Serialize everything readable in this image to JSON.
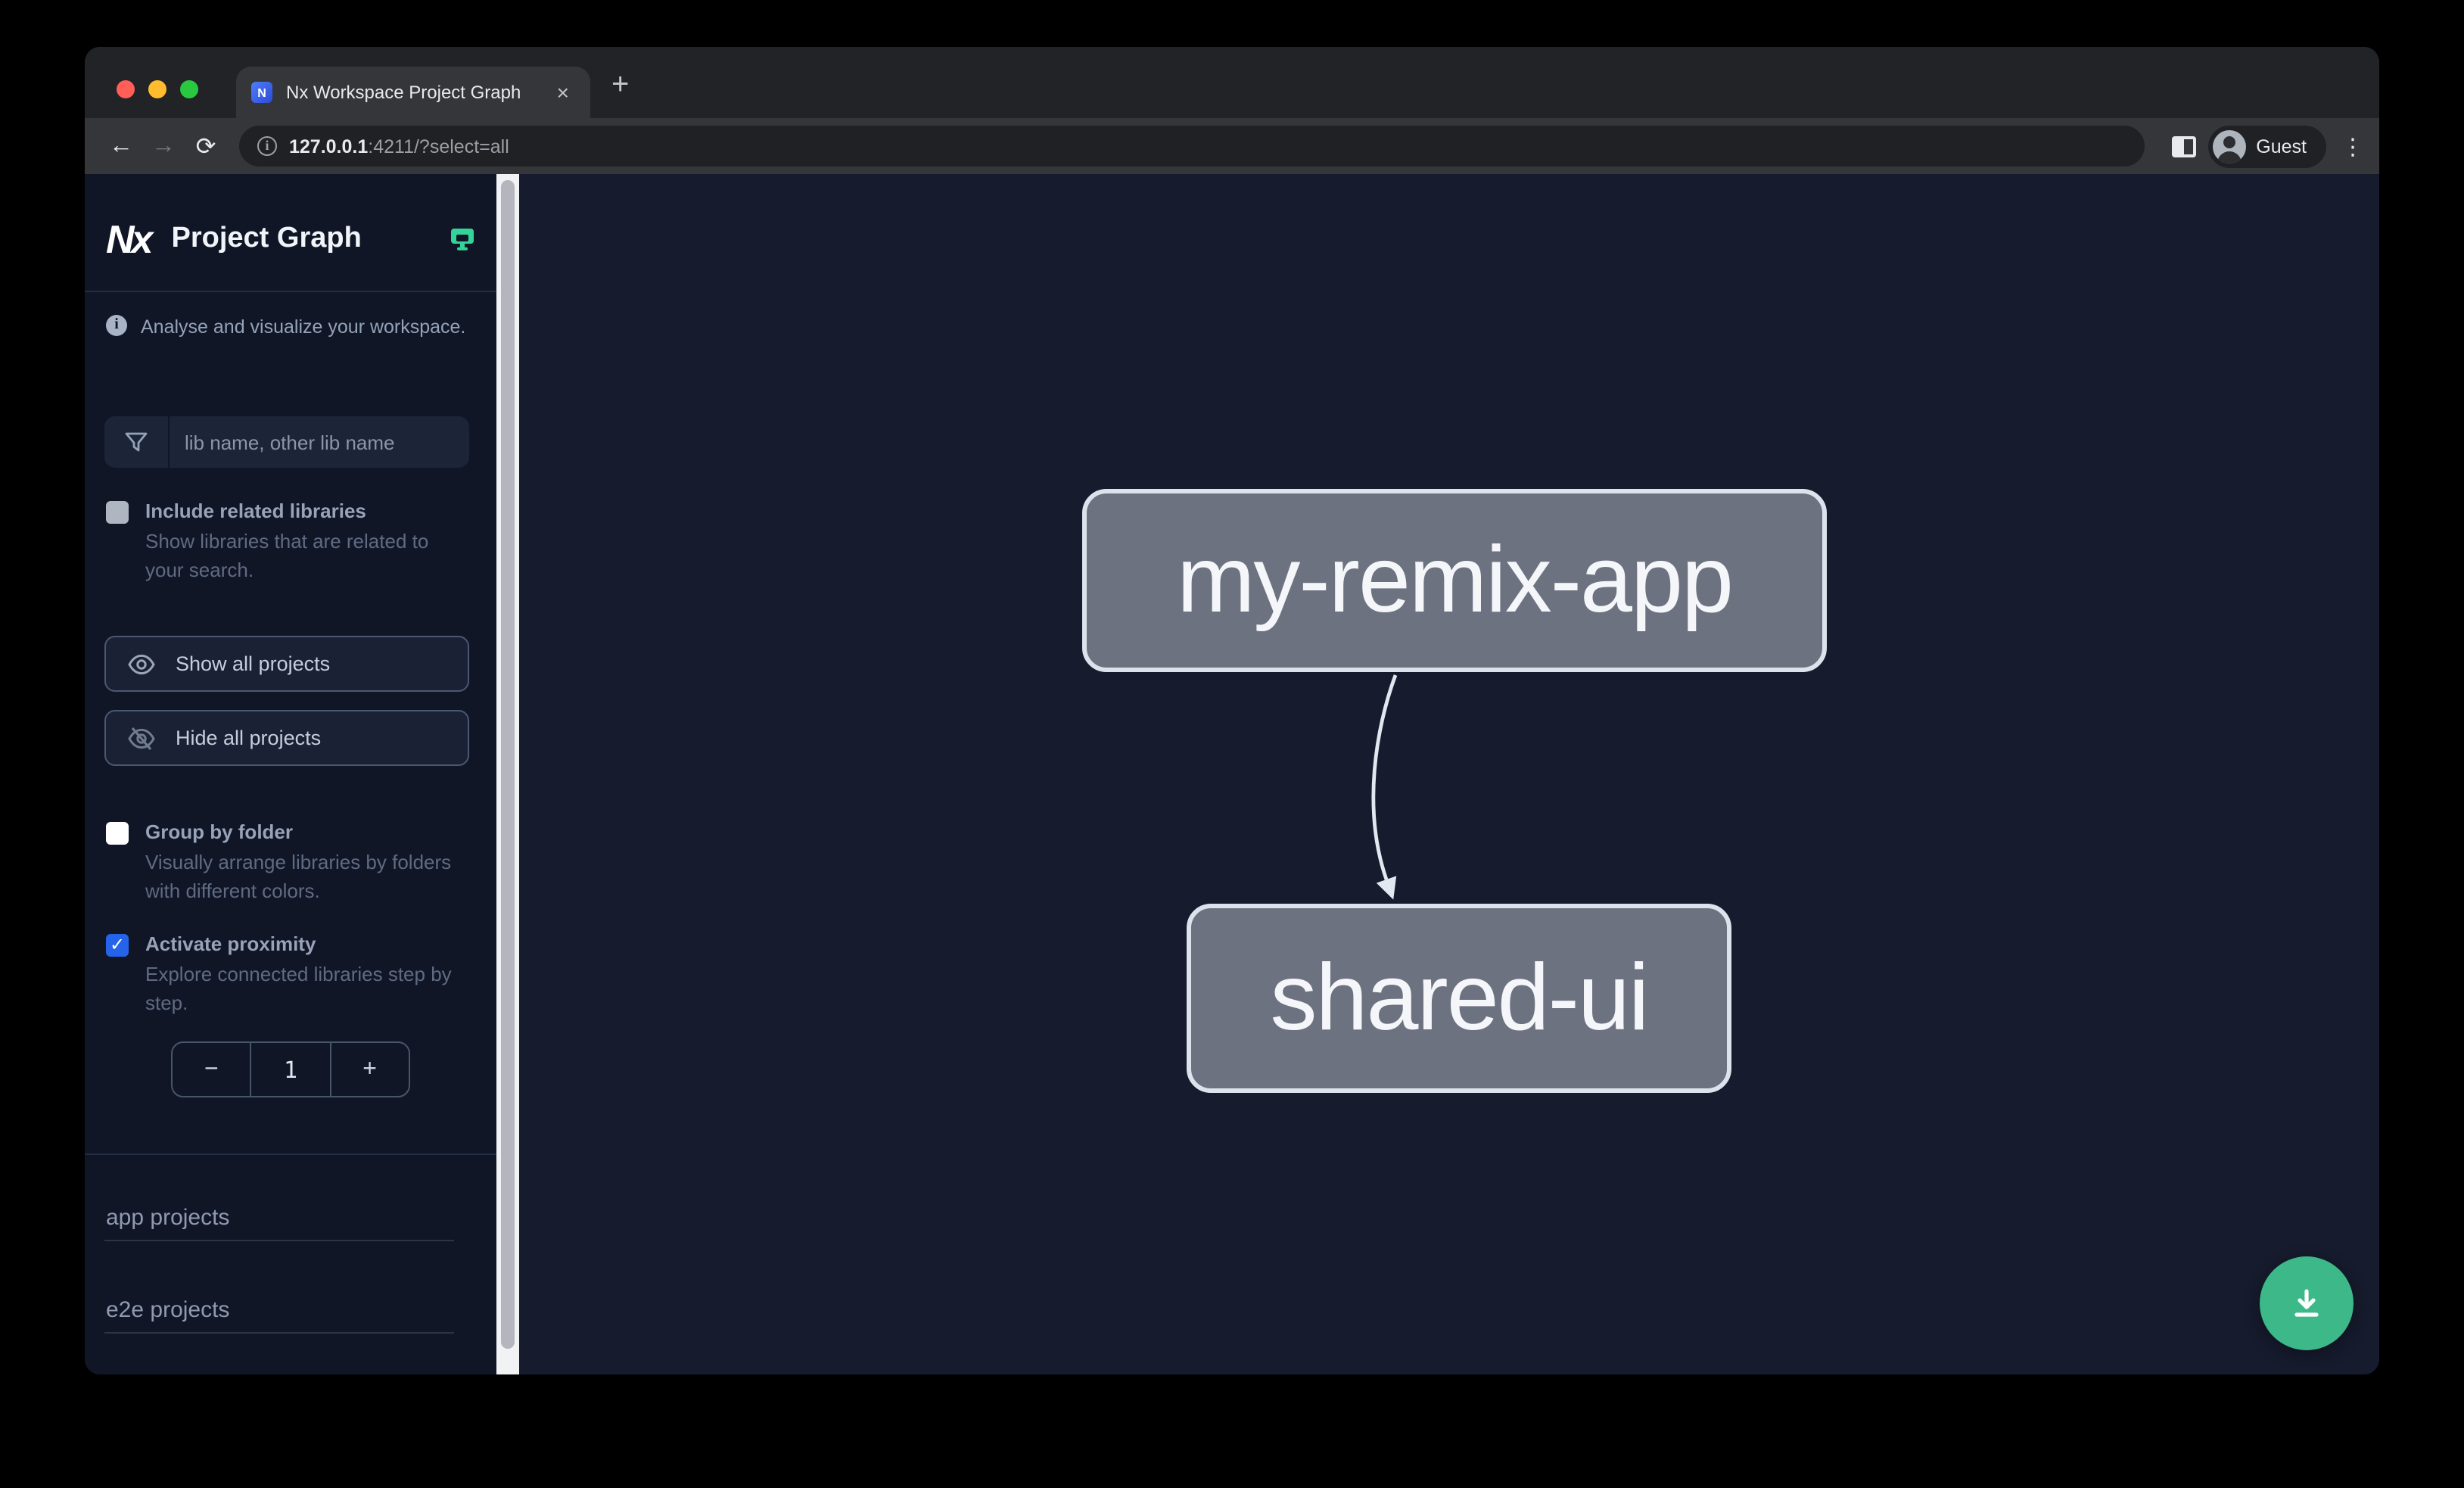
{
  "browser": {
    "tab": {
      "title": "Nx Workspace Project Graph",
      "favicon_text": "N",
      "close_glyph": "×"
    },
    "new_tab_glyph": "+",
    "nav": {
      "back_glyph": "←",
      "forward_glyph": "→",
      "reload_glyph": "⟳"
    },
    "address": {
      "url_host": "127.0.0.1",
      "url_rest": ":4211/?select=all",
      "info_glyph": "i"
    },
    "profile": {
      "label": "Guest"
    },
    "menu_glyph": "⋮"
  },
  "sidebar": {
    "logo_text": "Nx",
    "app_title": "Project Graph",
    "tagline": "Analyse and visualize your workspace.",
    "info_glyph": "i",
    "search_placeholder": "lib name, other lib name",
    "include_related": {
      "label": "Include related libraries",
      "description": "Show libraries that are related to your search.",
      "checked": false
    },
    "show_all_label": "Show all projects",
    "hide_all_label": "Hide all projects",
    "group_by_folder": {
      "label": "Group by folder",
      "description": "Visually arrange libraries by folders with different colors.",
      "checked": false
    },
    "activate_proximity": {
      "label": "Activate proximity",
      "description": "Explore connected libraries step by step.",
      "checked": true,
      "check_glyph": "✓"
    },
    "proximity_stepper": {
      "decrement_glyph": "−",
      "value": "1",
      "increment_glyph": "+"
    },
    "sections": [
      {
        "label": "app projects"
      },
      {
        "label": "e2e projects"
      }
    ]
  },
  "graph": {
    "nodes": [
      {
        "label": "my-remix-app"
      },
      {
        "label": "shared-ui"
      }
    ],
    "edges": [
      {
        "from": "my-remix-app",
        "to": "shared-ui"
      }
    ]
  },
  "colors": {
    "accent_green": "#34d399",
    "checkbox_checked_blue": "#2563eb",
    "download_fab_green": "#3cb889",
    "node_fill": "#6d7280",
    "node_border": "#dde3ec",
    "canvas_bg": "#161b2d",
    "sidebar_bg": "#111627"
  }
}
